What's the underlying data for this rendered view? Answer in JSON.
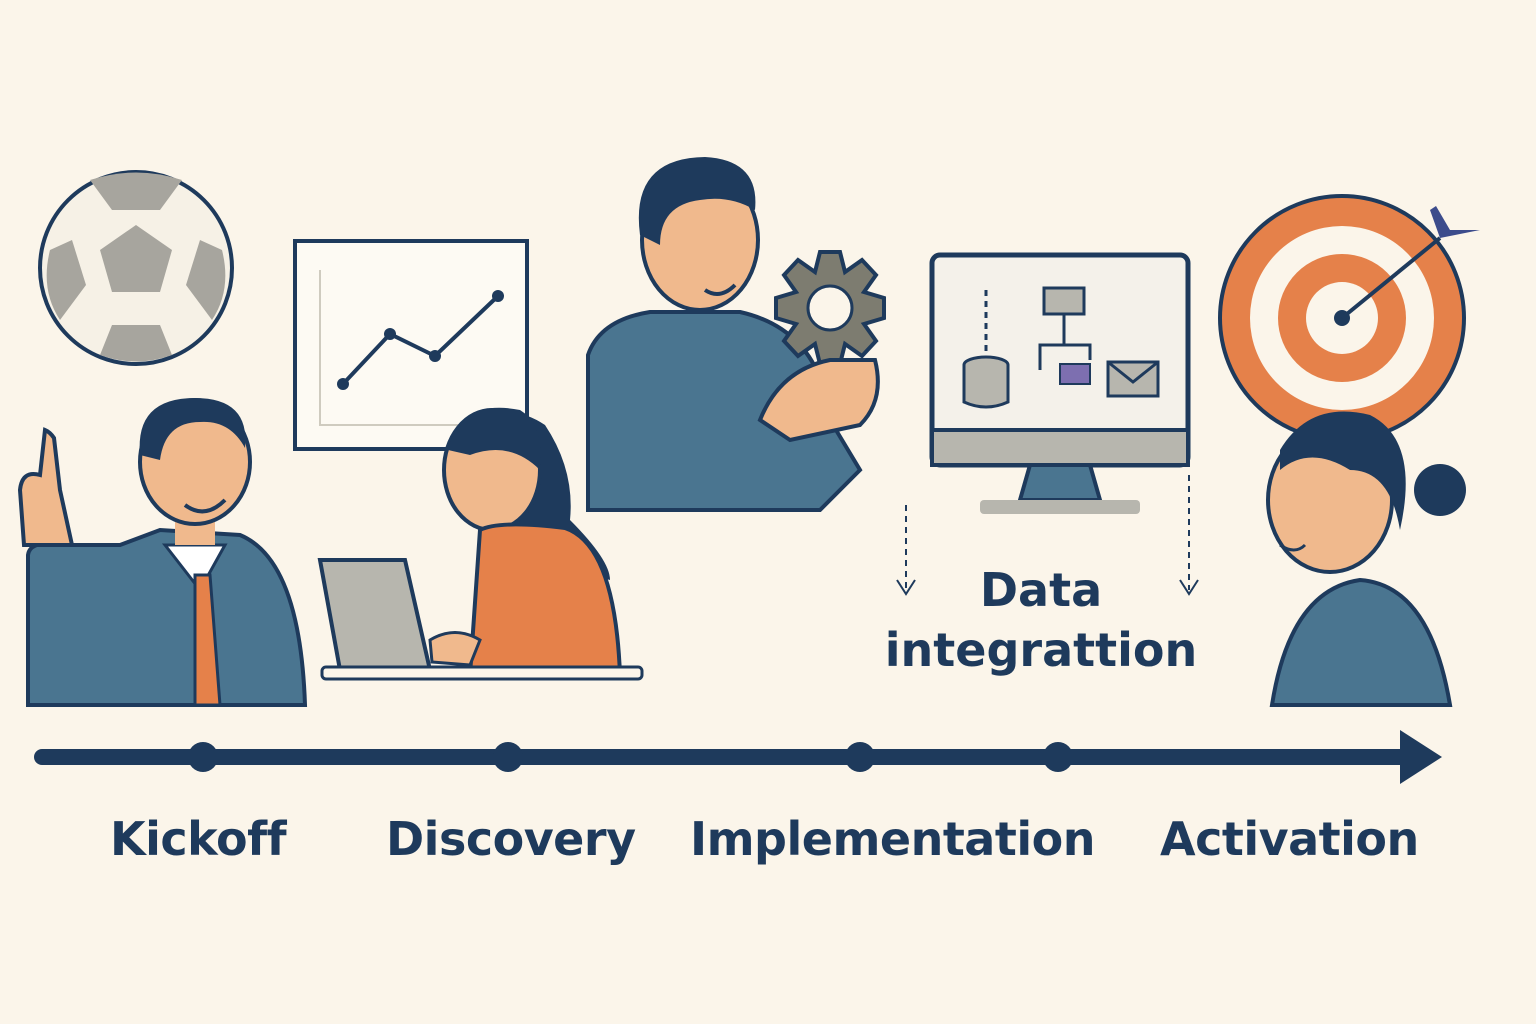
{
  "stages": [
    {
      "label": "Kickoff"
    },
    {
      "label": "Discovery"
    },
    {
      "label": "Implementation"
    },
    {
      "label": "Activation"
    }
  ],
  "annotation": {
    "line1": "Data",
    "line2": "integrattion"
  },
  "icons": {
    "kickoff": "soccer-ball-icon",
    "discovery": "line-chart-icon",
    "implementation": "gear-icon",
    "data": "monitor-flowchart-icon",
    "activation": "target-icon"
  },
  "colors": {
    "background": "#fbf5ea",
    "navy": "#1e3a5c",
    "teal_blue": "#4a7590",
    "orange": "#e5814a",
    "skin": "#f0b98d",
    "gray": "#8a8a80"
  }
}
